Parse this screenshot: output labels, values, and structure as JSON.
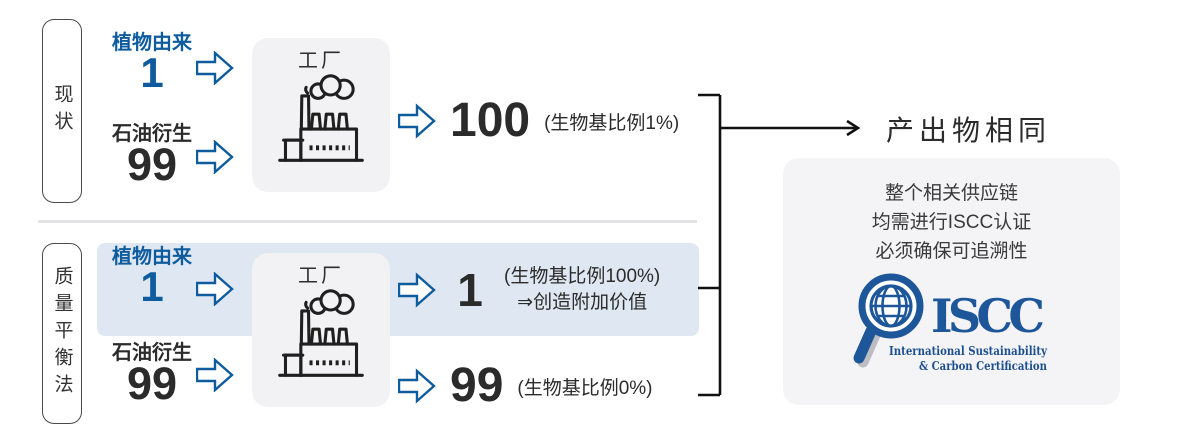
{
  "colors": {
    "accent_blue": "#0e5c9e",
    "iscc_blue": "#1d5799",
    "text_dark": "#2b2b2b",
    "highlight_band": "#dfe8f2",
    "panel_gray": "#f2f2f4"
  },
  "sections": {
    "current": {
      "label": "现状",
      "inputs": [
        {
          "name": "植物由来",
          "value": "1"
        },
        {
          "name": "石油衍生",
          "value": "99"
        }
      ],
      "factory_label": "工厂",
      "output": {
        "value": "100",
        "note": "(生物基比例1%)"
      }
    },
    "mass_balance": {
      "label": "质量平衡法",
      "inputs": [
        {
          "name": "植物由来",
          "value": "1"
        },
        {
          "name": "石油衍生",
          "value": "99"
        }
      ],
      "factory_label": "工厂",
      "outputs": [
        {
          "value": "1",
          "note": "(生物基比例100%)",
          "note2": "⇒创造附加价值"
        },
        {
          "value": "99",
          "note": "(生物基比例0%)"
        }
      ]
    }
  },
  "result": {
    "title": "产出物相同"
  },
  "iscc_panel": {
    "lines": [
      "整个相关供应链",
      "均需进行ISCC认证",
      "必须确保可追溯性"
    ],
    "logo": {
      "acronym": "ISCC",
      "subtitle_line1": "International Sustainability",
      "subtitle_line2": "& Carbon Certification"
    }
  }
}
